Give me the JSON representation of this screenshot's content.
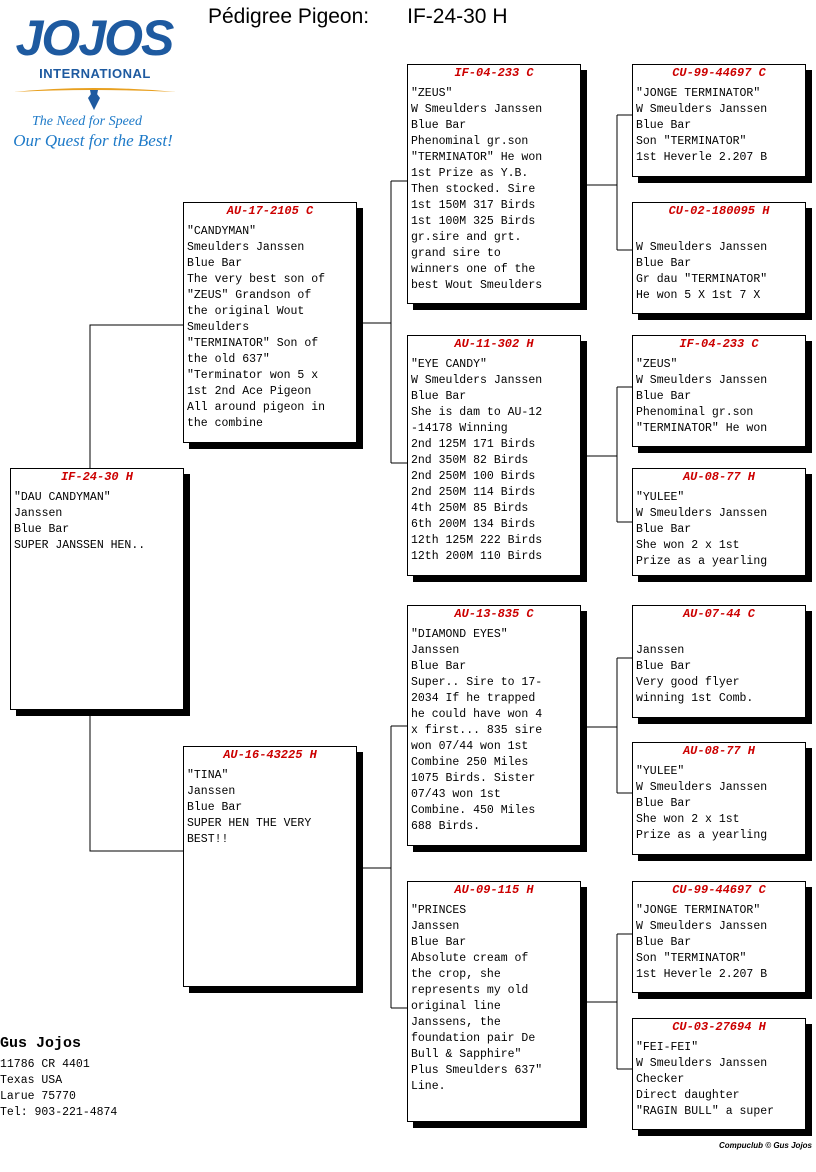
{
  "logo": {
    "brand": "JOJOS",
    "sub": "INTERNATIONAL",
    "tagline_1": "The Need for Speed",
    "tagline_2": "Our Quest for the Best!",
    "colors": {
      "primary": "#1e5aa0",
      "accent": "#e8a020"
    }
  },
  "header": {
    "label": "Pédigree Pigeon:",
    "pigeon_id": "IF-24-30 H"
  },
  "cards": {
    "subject": {
      "ring": "IF-24-30 H",
      "lines": [
        "\"DAU CANDYMAN\"",
        "Janssen",
        "Blue Bar",
        "SUPER JANSSEN HEN.."
      ]
    },
    "sire": {
      "ring": "AU-17-2105 C",
      "lines": [
        "\"CANDYMAN\"",
        "Smeulders Janssen",
        "Blue Bar",
        "The very best son of",
        "\"ZEUS\" Grandson of",
        "the original Wout",
        "Smeulders",
        "\"TERMINATOR\" Son of",
        "the old 637\"",
        "\"Terminator won 5 x",
        "1st 2nd Ace Pigeon",
        "All around pigeon in",
        "the combine"
      ]
    },
    "dam": {
      "ring": "AU-16-43225 H",
      "lines": [
        "\"TINA\"",
        "Janssen",
        "Blue Bar",
        "SUPER HEN THE VERY",
        "BEST!!"
      ]
    },
    "ss": {
      "ring": "IF-04-233 C",
      "lines": [
        "\"ZEUS\"",
        "W Smeulders Janssen",
        "Blue Bar",
        "Phenominal gr.son",
        "\"TERMINATOR\" He won",
        "1st Prize as Y.B.",
        "Then stocked. Sire",
        "1st 150M 317 Birds",
        "1st 100M 325 Birds",
        "gr.sire and grt.",
        "grand sire to",
        "winners one of the",
        "best Wout Smeulders"
      ]
    },
    "sd": {
      "ring": "AU-11-302 H",
      "lines": [
        "\"EYE CANDY\"",
        "W Smeulders Janssen",
        "Blue Bar",
        "She is dam to AU-12",
        "-14178 Winning",
        "2nd 125M 171 Birds",
        "2nd 350M 82 Birds",
        "2nd 250M 100 Birds",
        "2nd 250M 114 Birds",
        "4th 250M 85 Birds",
        "6th 200M 134 Birds",
        "12th 125M 222 Birds",
        "12th 200M 110 Birds"
      ]
    },
    "ds": {
      "ring": "AU-13-835 C",
      "lines": [
        "\"DIAMOND EYES\"",
        "Janssen",
        "Blue Bar",
        "Super.. Sire to 17-",
        "2034 If he trapped",
        "he could have won 4",
        "x first... 835 sire",
        "won 07/44 won 1st",
        "Combine 250 Miles",
        "1075 Birds. Sister",
        "07/43 won 1st",
        "Combine. 450 Miles",
        "688 Birds."
      ]
    },
    "dd": {
      "ring": "AU-09-115 H",
      "lines": [
        "\"PRINCES",
        "Janssen",
        "Blue Bar",
        "Absolute cream of",
        "the crop, she",
        "represents my old",
        "original line",
        "Janssens, the",
        "foundation pair De",
        "Bull & Sapphire\"",
        "Plus Smeulders 637\"",
        "Line."
      ]
    },
    "sss": {
      "ring": "CU-99-44697 C",
      "lines": [
        "\"JONGE TERMINATOR\"",
        "W Smeulders Janssen",
        "Blue Bar",
        "Son \"TERMINATOR\"",
        "1st Heverle 2.207 B"
      ]
    },
    "ssd": {
      "ring": "CU-02-180095 H",
      "lines": [
        "",
        "W Smeulders Janssen",
        "Blue Bar",
        "Gr dau \"TERMINATOR\"",
        "He won 5 X 1st 7 X"
      ]
    },
    "sds": {
      "ring": "IF-04-233 C",
      "lines": [
        "\"ZEUS\"",
        "W Smeulders Janssen",
        "Blue Bar",
        "Phenominal gr.son",
        "\"TERMINATOR\" He won"
      ]
    },
    "sdd": {
      "ring": "AU-08-77 H",
      "lines": [
        "\"YULEE\"",
        "W Smeulders Janssen",
        "Blue Bar",
        "She won 2 x 1st",
        "Prize as a yearling"
      ]
    },
    "dss": {
      "ring": "AU-07-44 C",
      "lines": [
        "",
        "Janssen",
        "Blue Bar",
        "Very good flyer",
        "winning 1st Comb."
      ]
    },
    "dsd": {
      "ring": "AU-08-77 H",
      "lines": [
        "\"YULEE\"",
        "W Smeulders Janssen",
        "Blue Bar",
        "She won 2 x 1st",
        "Prize as a yearling"
      ]
    },
    "dds": {
      "ring": "CU-99-44697 C",
      "lines": [
        "\"JONGE TERMINATOR\"",
        "W Smeulders Janssen",
        "Blue Bar",
        "Son \"TERMINATOR\"",
        "1st Heverle 2.207 B"
      ]
    },
    "ddd": {
      "ring": "CU-03-27694 H",
      "lines": [
        "\"FEI-FEI\"",
        "W Smeulders Janssen",
        "Checker",
        "Direct daughter",
        "\"RAGIN BULL\" a super"
      ]
    }
  },
  "owner": {
    "name": "Gus Jojos",
    "lines": [
      "11786 CR 4401",
      "Texas USA",
      "Larue 75770",
      "Tel: 903-221-4874"
    ]
  },
  "footer": "Compuclub © Gus Jojos"
}
